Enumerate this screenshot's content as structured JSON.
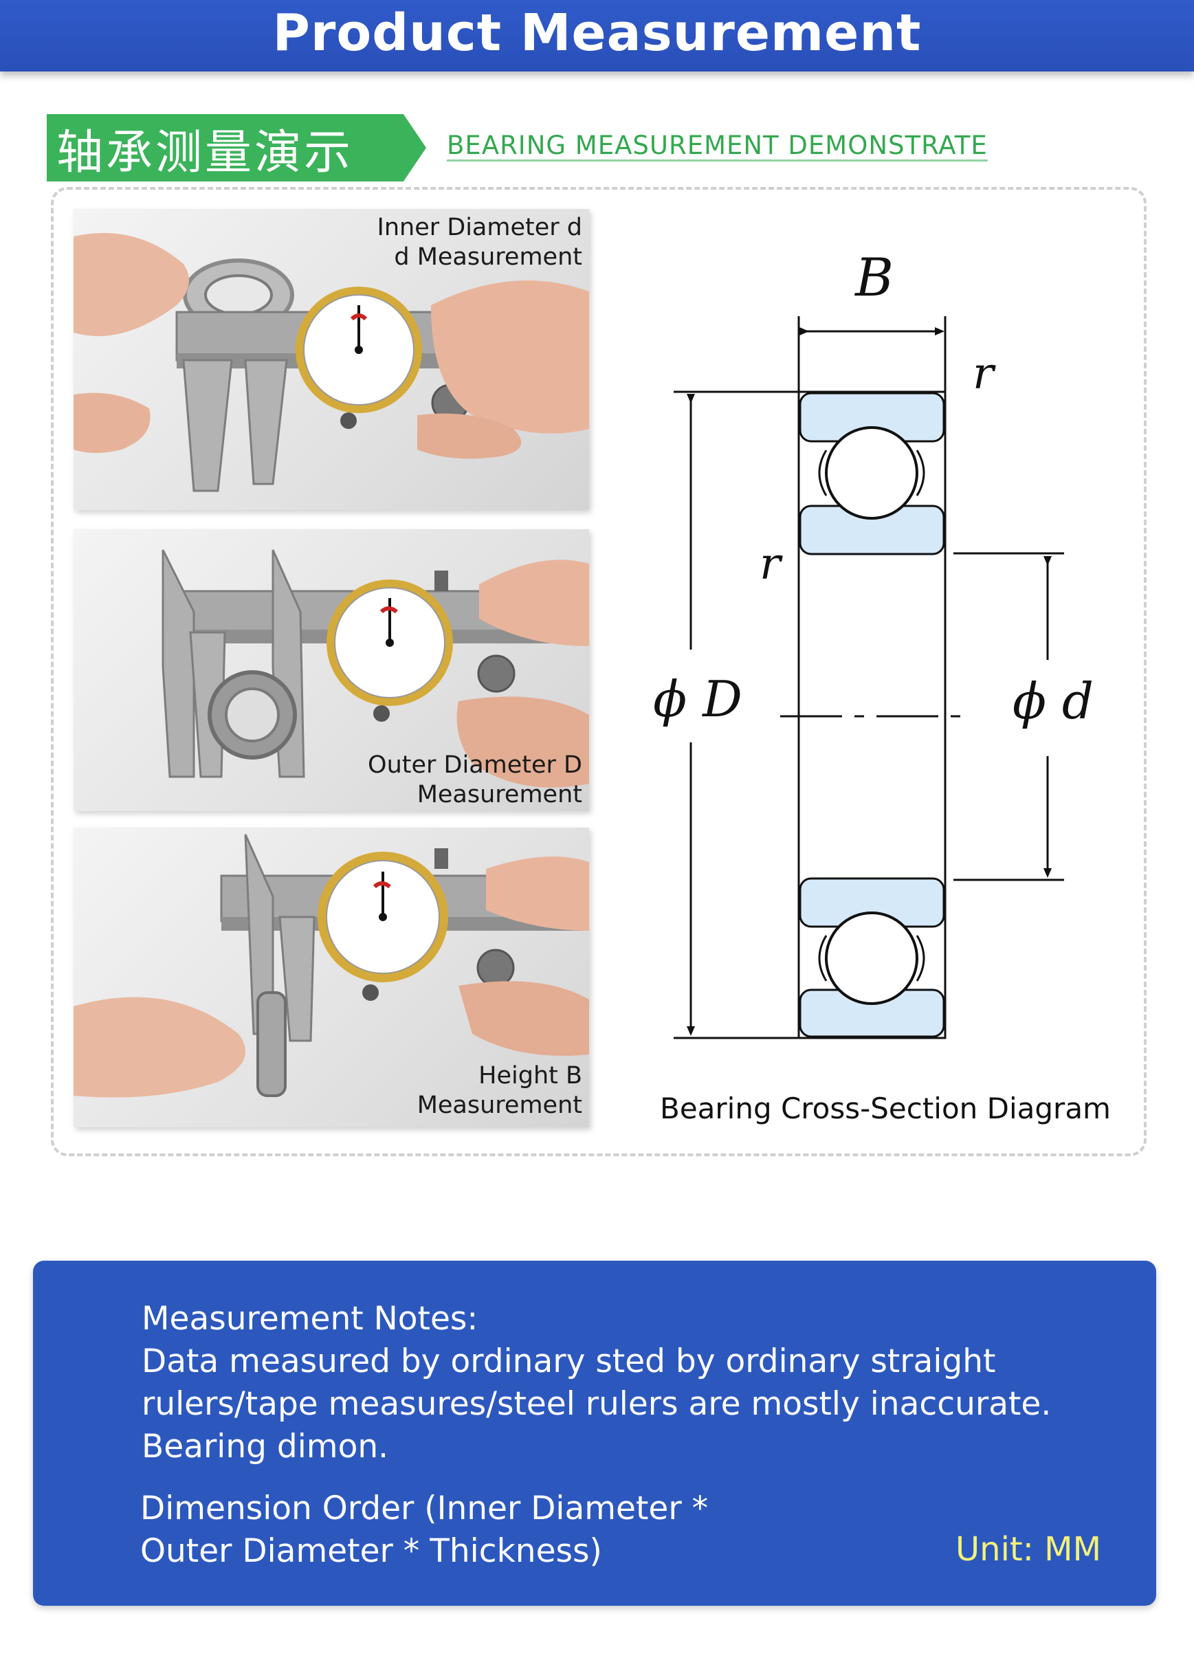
{
  "header": {
    "title": "Product Measurement"
  },
  "banner": {
    "cn_title": "轴承测量演示",
    "en_title": "BEARING MEASUREMENT DEMONSTRATE"
  },
  "photos": [
    {
      "line1": "Inner Diameter d",
      "line2": "d Measurement"
    },
    {
      "line1": "Outer Diameter D",
      "line2": "Measurement"
    },
    {
      "line1": "Height B",
      "line2": "Measurement"
    }
  ],
  "diagram": {
    "label_B": "B",
    "label_r_top": "r",
    "label_r_mid": "r",
    "label_D": "ϕ D",
    "label_d": "ϕ d",
    "caption": "Bearing Cross-Section Diagram",
    "race_color": "#d6e9f8"
  },
  "notes": {
    "line1": "Measurement Notes:",
    "line2": "Data measured by ordinary sted by ordinary straight",
    "line3": "rulers/tape measures/steel rulers are mostly inaccurate.",
    "line4": "Bearing dimon.",
    "order_line1": "Dimension Order (Inner Diameter *",
    "order_line2": "Outer Diameter * Thickness)",
    "unit": "Unit: MM"
  }
}
